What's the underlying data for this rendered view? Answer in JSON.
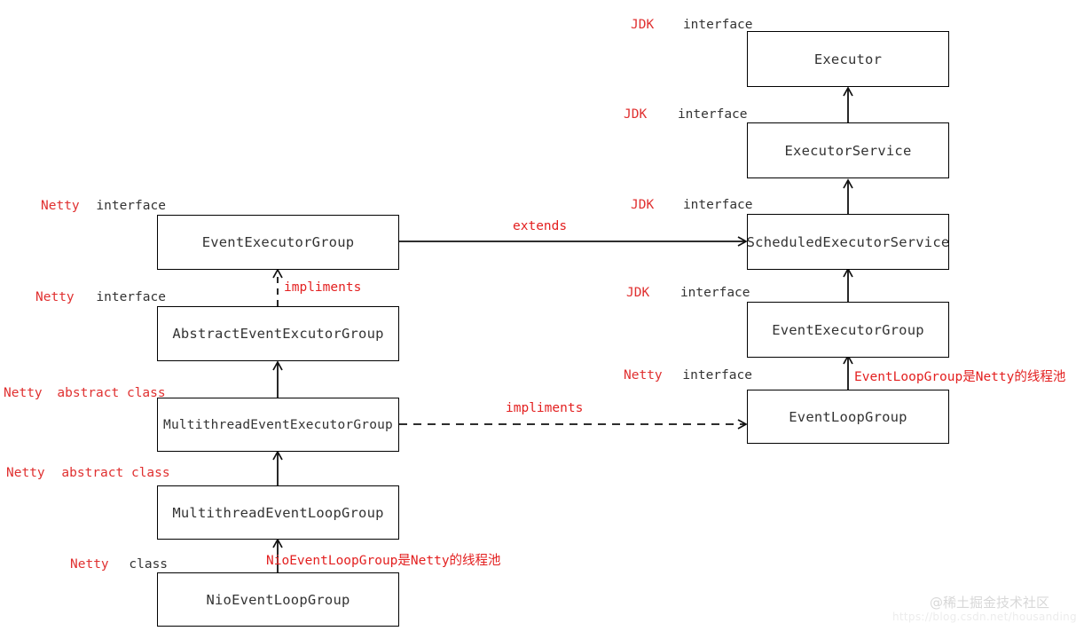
{
  "diagram": {
    "title": "Netty EventLoopGroup class hierarchy",
    "colors": {
      "red": "#e32020",
      "black": "#333333",
      "box_border": "#000000",
      "background": "#ffffff",
      "watermark": "#d8d8d8"
    },
    "nodes": [
      {
        "id": "executor",
        "label": "Executor",
        "origin": "JDK",
        "kind": "interface"
      },
      {
        "id": "executor-service",
        "label": "ExecutorService",
        "origin": "JDK",
        "kind": "interface"
      },
      {
        "id": "scheduled-executor-service",
        "label": "ScheduledExecutorService",
        "origin": "JDK",
        "kind": "interface"
      },
      {
        "id": "event-executor-group-right",
        "label": "EventExecutorGroup",
        "origin": "JDK",
        "kind": "interface"
      },
      {
        "id": "event-loop-group",
        "label": "EventLoopGroup",
        "origin": "Netty",
        "kind": "interface"
      },
      {
        "id": "event-executor-group-left",
        "label": "EventExecutorGroup",
        "origin": "Netty",
        "kind": "interface"
      },
      {
        "id": "abstract-event-excutor-group",
        "label": "AbstractEventExcutorGroup",
        "origin": "Netty",
        "kind": "interface"
      },
      {
        "id": "multithread-event-executor-group",
        "label": "MultithreadEventExecutorGroup",
        "origin": "Netty",
        "kind": "abstract class"
      },
      {
        "id": "multithread-event-loop-group",
        "label": "MultithreadEventLoopGroup",
        "origin": "Netty",
        "kind": "abstract class"
      },
      {
        "id": "nio-event-loop-group",
        "label": "NioEventLoopGroup",
        "origin": "Netty",
        "kind": "class"
      }
    ],
    "edges": [
      {
        "id": "extends-scheduled",
        "label": "extends",
        "style": "solid",
        "from": "event-executor-group-left",
        "to": "scheduled-executor-service"
      },
      {
        "id": "impliments-vertical",
        "label": "impliments",
        "style": "dashed",
        "from": "abstract-event-excutor-group",
        "to": "event-executor-group-left"
      },
      {
        "id": "impliments-horizontal",
        "label": "impliments",
        "style": "dashed",
        "from": "multithread-event-executor-group",
        "to": "event-loop-group"
      }
    ],
    "notes": [
      {
        "id": "note-event-loop-group",
        "text": "EventLoopGroup是Netty的线程池"
      },
      {
        "id": "note-nio-event-loop-group",
        "text": "NioEventLoopGroup是Netty的线程池"
      }
    ],
    "watermark": {
      "brand": "@稀土掘金技术社区",
      "url": "https://blog.csdn.net/housanding"
    }
  }
}
